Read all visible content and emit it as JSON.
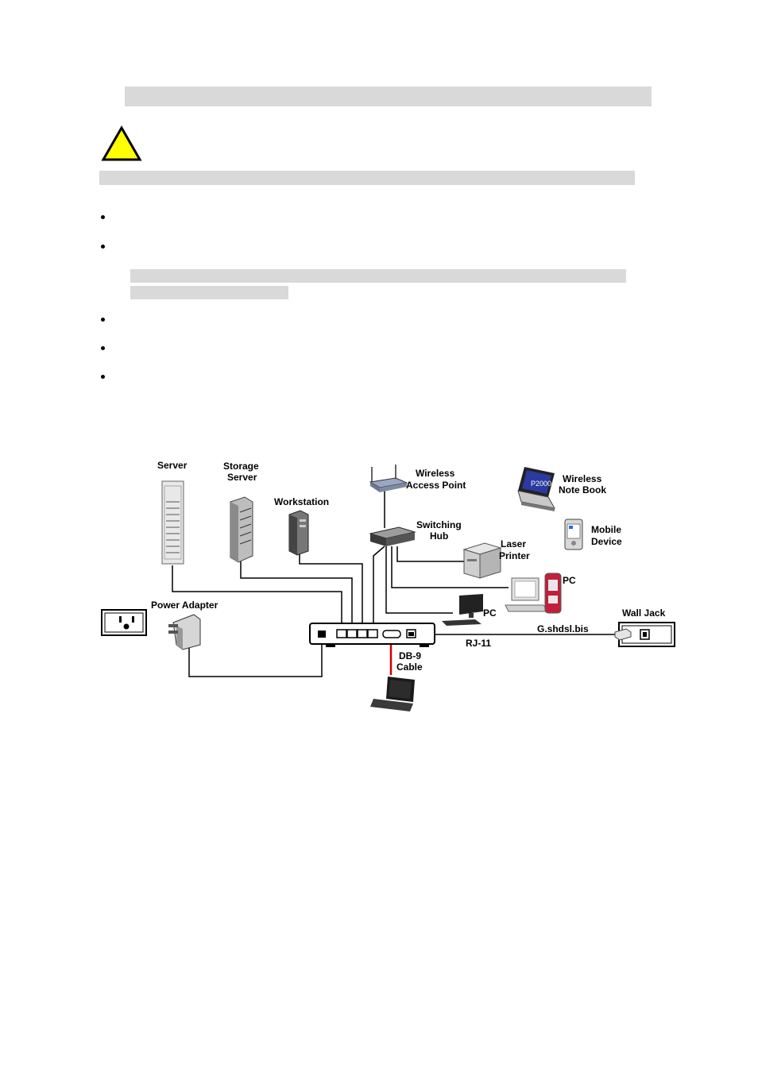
{
  "diagram": {
    "labels": {
      "server": "Server",
      "storage_server": [
        "Storage",
        "Server"
      ],
      "workstation": "Workstation",
      "wireless_ap": [
        "Wireless",
        "Access Point"
      ],
      "wireless_notebook": [
        "Wireless",
        "Note Book"
      ],
      "switching_hub": [
        "Switching",
        "Hub"
      ],
      "mobile_device": [
        "Mobile",
        "Device"
      ],
      "laser_printer": [
        "Laser",
        "Printer"
      ],
      "pc_upper": "PC",
      "pc_lower": "PC",
      "power_adapter": "Power Adapter",
      "wall_jack": "Wall Jack",
      "line_standard": "G.shdsl.bis",
      "rj11": "RJ-11",
      "db9_cable": [
        "DB-9",
        "Cable"
      ]
    },
    "colors": {
      "console_cable": "#cc0000",
      "caution_fill": "#ffff00",
      "redacted_bar": "#d9d9d9"
    },
    "icons": [
      "warning-icon",
      "server-icon",
      "storage-server-icon",
      "workstation-icon",
      "access-point-icon",
      "notebook-icon",
      "switching-hub-icon",
      "pda-icon",
      "laser-printer-icon",
      "pc-icon",
      "power-outlet-icon",
      "power-adapter-icon",
      "router-icon",
      "wall-jack-icon",
      "laptop-icon"
    ]
  }
}
